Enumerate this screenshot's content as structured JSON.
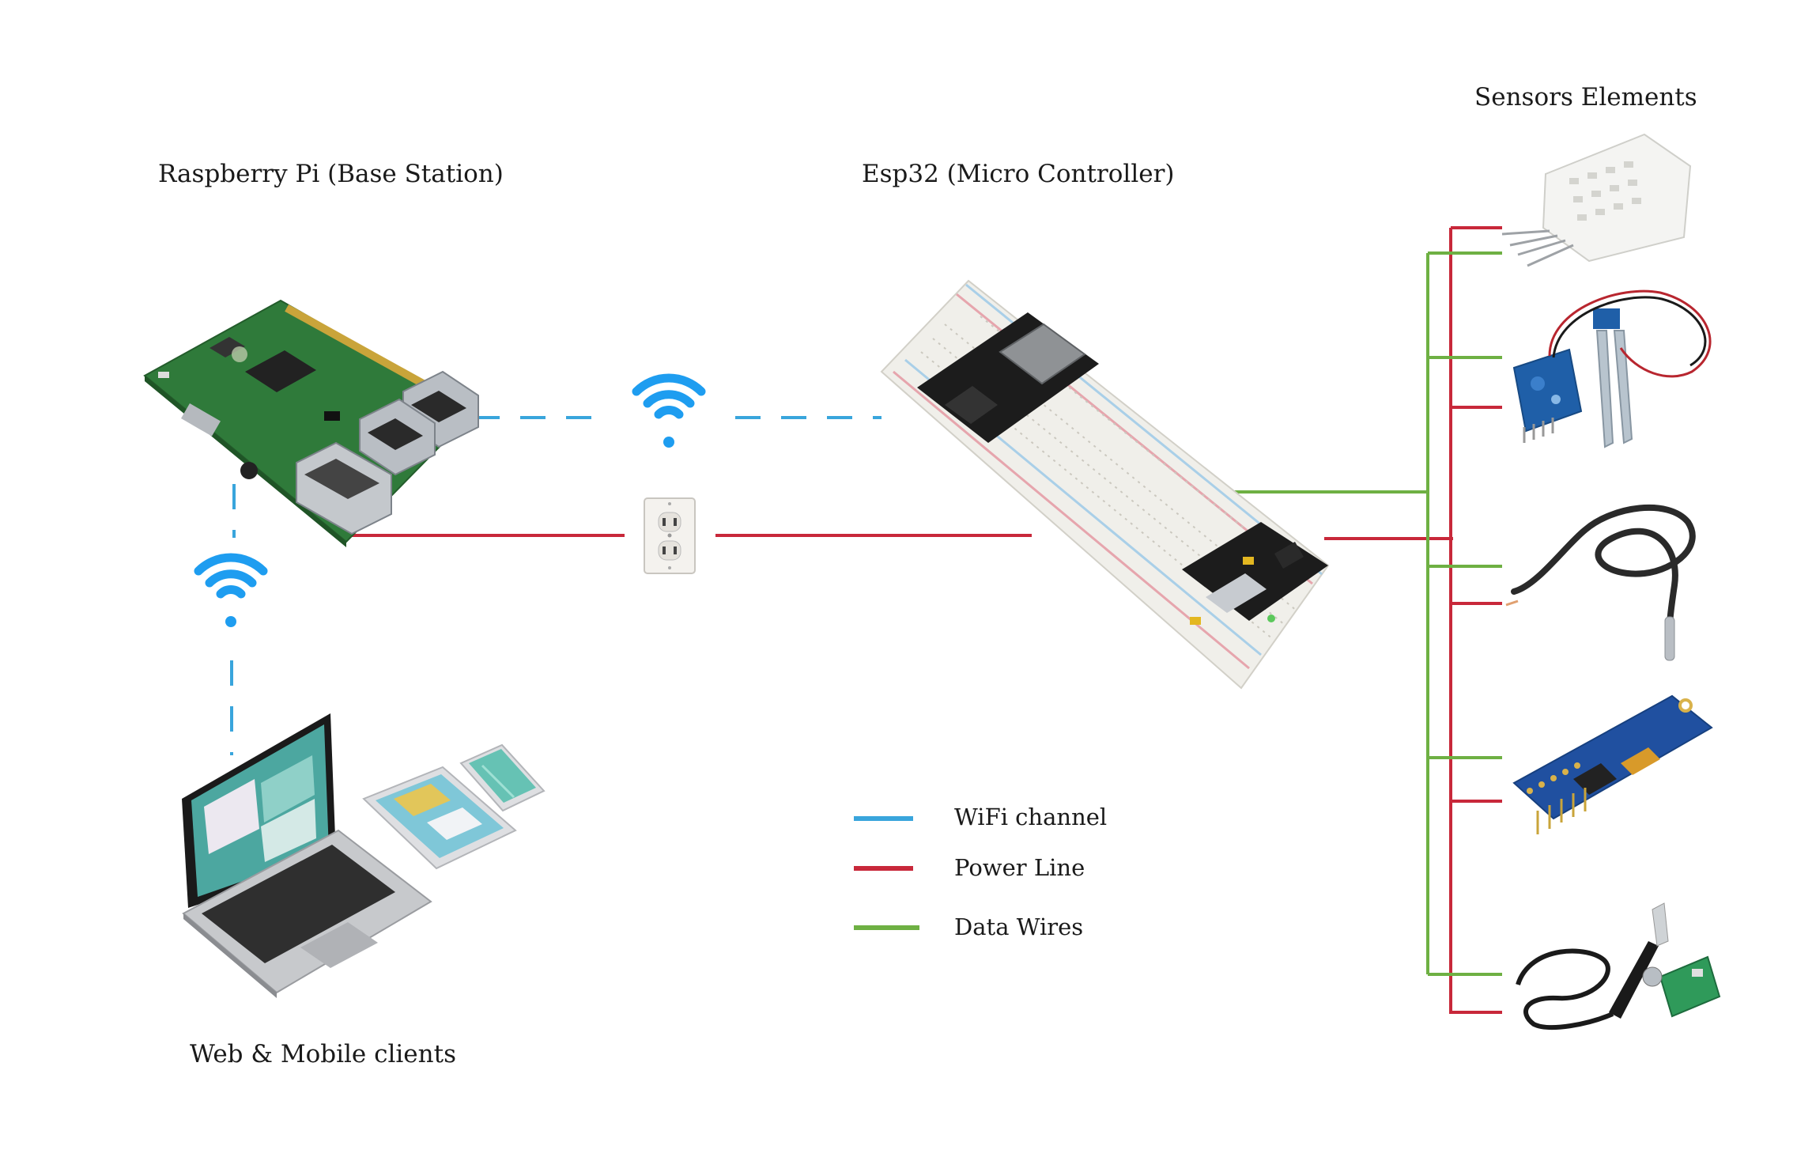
{
  "labels": {
    "raspberry": "Raspberry Pi (Base Station)",
    "esp32": "Esp32 (Micro Controller)",
    "sensors": "Sensors Elements",
    "clients": "Web & Mobile clients"
  },
  "legend": [
    {
      "label": "WiFi channel",
      "color": "#39a5dc"
    },
    {
      "label": "Power Line",
      "color": "#c8283a"
    },
    {
      "label": "Data Wires",
      "color": "#6eb043"
    }
  ],
  "colors": {
    "wifi": "#39a5dc",
    "power": "#c8283a",
    "data": "#6eb043",
    "wifi_icon": "#1e9df0"
  },
  "icons": [
    "raspberry-pi-board-icon",
    "esp32-breadboard-icon",
    "wall-outlet-icon",
    "wifi-icon",
    "laptop-icon",
    "tablet-icon",
    "phone-icon",
    "temperature-humidity-sensor-icon",
    "soil-moisture-sensor-icon",
    "temperature-probe-icon",
    "light-sensor-module-icon",
    "ph-sensor-icon"
  ]
}
